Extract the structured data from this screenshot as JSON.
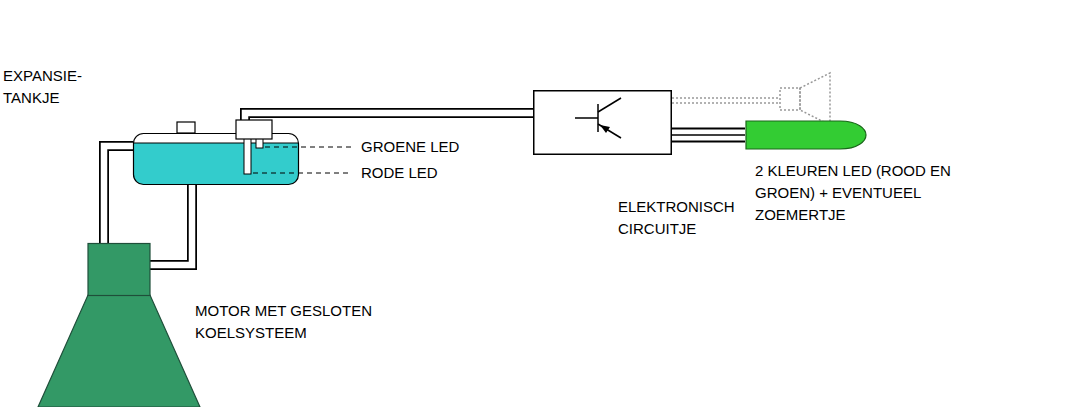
{
  "diagram": {
    "nodes": [
      {
        "text": [
          "EXPANSIE- TANKJE"
        ]
      },
      {
        "text": [
          "MOTOR MET GESLOTEN KOELSYSTEEM"
        ]
      },
      {
        "text": [
          "ELEKTRONISCH CIRCUITJE"
        ]
      },
      {
        "text": [
          "2 KLEUREN LED (ROOD EN GROEN) + EVENTUEEL ZOEMERTJE"
        ]
      }
    ],
    "edges": [
      {
        "from": 0,
        "to": 1,
        "arrow": "none"
      },
      {
        "from": 0,
        "to": 1,
        "arrow": "none"
      },
      {
        "from": 0,
        "to": 2,
        "arrow": "none"
      },
      {
        "from": 2,
        "to": 3,
        "arrow": "none"
      }
    ],
    "labels": [
      "GROENE LED",
      "RODE LED"
    ]
  }
}
